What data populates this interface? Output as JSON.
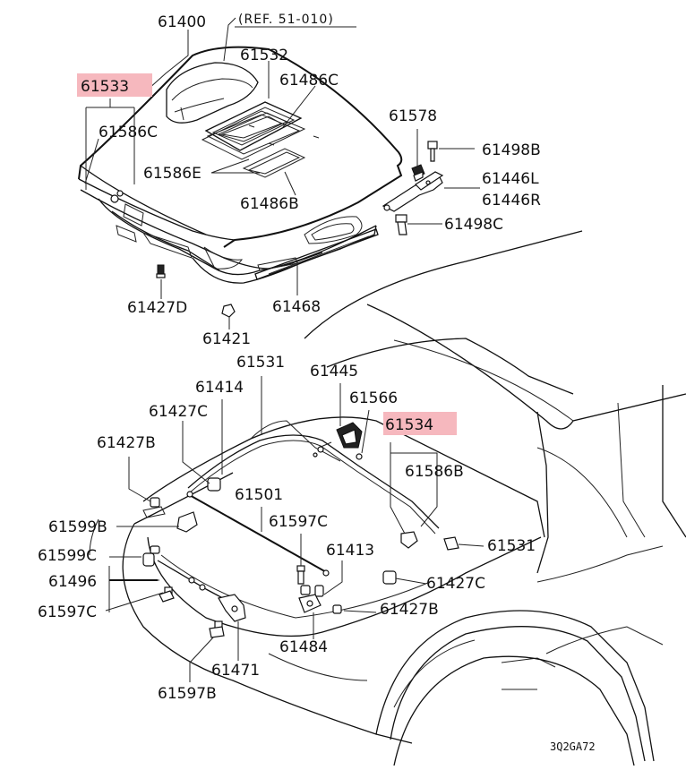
{
  "reference": "(REF. 51-010)",
  "diagram_code": "3Q2GA72",
  "highlight_color": "#f6b8be",
  "labels": {
    "p61400": "61400",
    "p61533": "61533",
    "p61532": "61532",
    "p61486C": "61486C",
    "p61586C_top": "61586C",
    "p61586E": "61586E",
    "p61486B": "61486B",
    "p61578": "61578",
    "p61498B": "61498B",
    "p61446L": "61446L",
    "p61446R": "61446R",
    "p61498C": "61498C",
    "p61427D": "61427D",
    "p61468": "61468",
    "p61421": "61421",
    "p61531_top": "61531",
    "p61445": "61445",
    "p61414": "61414",
    "p61566": "61566",
    "p61427C_left": "61427C",
    "p61534": "61534",
    "p61427B_left": "61427B",
    "p61586B": "61586B",
    "p61501": "61501",
    "p61599B": "61599B",
    "p61597C_mid": "61597C",
    "p61531_right": "61531",
    "p61599C": "61599C",
    "p61413": "61413",
    "p61427C_right": "61427C",
    "p61496": "61496",
    "p61597C_left": "61597C",
    "p61427B_right": "61427B",
    "p61484": "61484",
    "p61471": "61471",
    "p61597B": "61597B"
  }
}
